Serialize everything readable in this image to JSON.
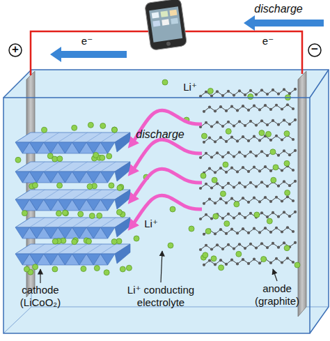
{
  "diagram": {
    "nodes": [
      {
        "text": [
          "cathode (LiCoO₂)"
        ]
      },
      {
        "text": [
          "anode (graphite)"
        ]
      }
    ],
    "edges": [
      {
        "from": 1,
        "to": 0,
        "arrow": "to",
        "label": "discharge"
      },
      {
        "from": 1,
        "to": 0,
        "arrow": "to"
      },
      {
        "from": 1,
        "to": 0,
        "arrow": "to"
      },
      {
        "from": 1,
        "to": 0,
        "arrow": "to"
      }
    ],
    "labels": [
      "discharge",
      "e⁻",
      "e⁻",
      "+",
      "−",
      "Li⁺",
      "Li⁺",
      "Li⁺ conducting electrolyte"
    ]
  }
}
